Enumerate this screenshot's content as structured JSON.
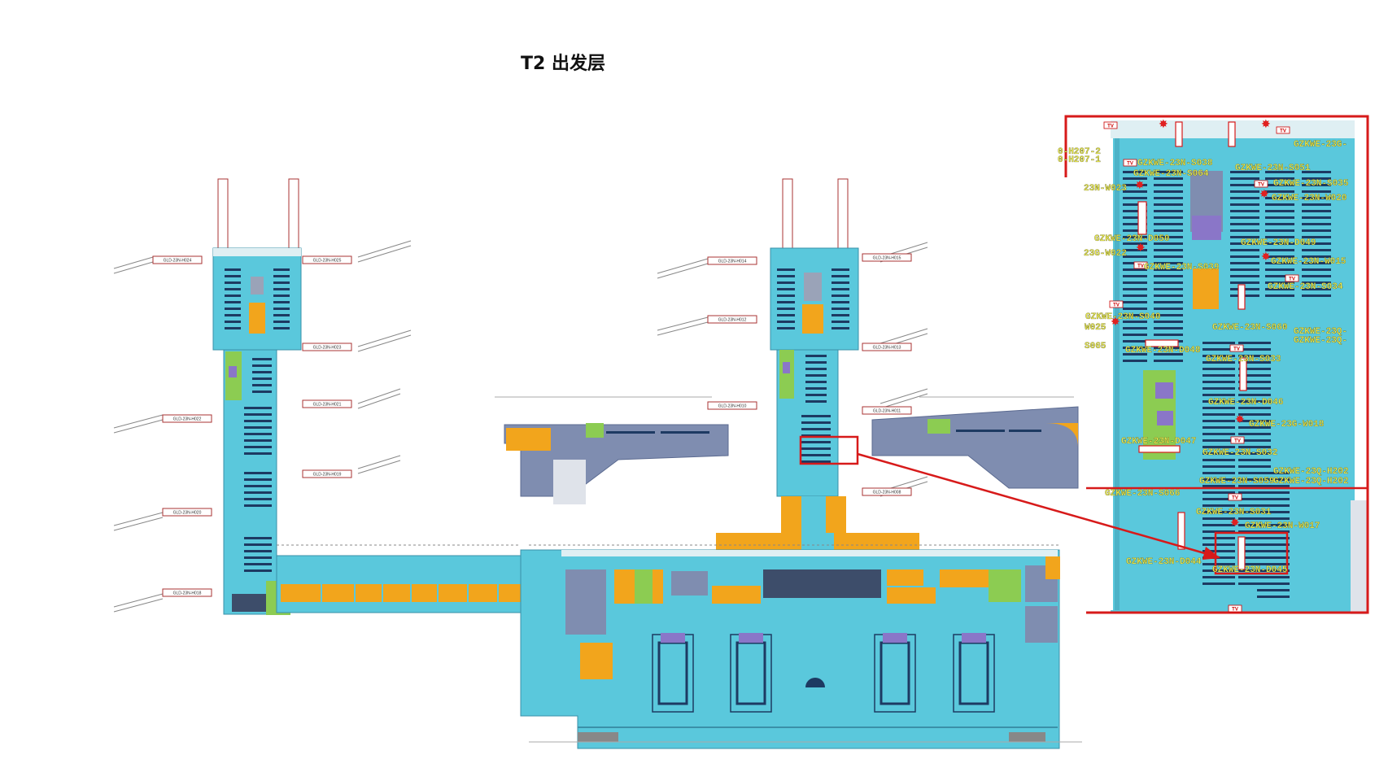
{
  "title": "T2 出发层",
  "colors": {
    "floor": "#5ac8dc",
    "shop": "#f2a51c",
    "gray_block": "#7f8db0",
    "green": "#8ccc52",
    "purple": "#8a76c8",
    "red": "#e02020"
  },
  "pier_west_labels": [
    "GLD-23N-H024",
    "GLD-23N-H025",
    "GLD-23N-H023",
    "GLD-23N-H022",
    "GLD-23N-H021",
    "GLD-23N-H019",
    "GLD-23N-H020",
    "GLD-23N-H018"
  ],
  "pier_center_labels": [
    "GLD-23N-H014",
    "GLD-23N-H015",
    "GLD-23N-H012",
    "GLD-23N-H013",
    "GLD-23N-H010",
    "GLD-23N-H011",
    "GLD-23N-H008"
  ],
  "inset_labels": [
    "GZKWE-23N-S038",
    "GZKWE-23N-S064",
    "GZKWE-23N-S051",
    "GZKWE-23N-S035",
    "GZKWE-23N-W020",
    "23N-W023",
    "GZKWE-23N-D050",
    "GZKWE-23N-D049",
    "23G-W022",
    "GZKWE-23N-S039",
    "GZKWE-23N-W015",
    "GZKWE-23N-S034",
    "GZKWE-23N-S040",
    "GZKWE-23N-S060",
    "W025",
    "S065",
    "GZKWE-23N-D048",
    "GZKWE-23N-S033",
    "GZKWE-23N-D046",
    "GZKWE-23G-W018",
    "GZKWE-23N-D047",
    "GZKWE-23N-S032",
    "GZKWE-23N-S059",
    "GZKWE-23N-S066",
    "GZKWE-23N-S031",
    "GZKWE-23N-W017",
    "GZKWE-23N-D044",
    "GZKWE-23N-D045",
    "GZKWE-23G-",
    "GZKWE-23Q-H202",
    "GZKWE-23Q-H202",
    "GZKWE-23Q-",
    "GZKWE-23Q-",
    "0-H207-2",
    "0-H207-1"
  ],
  "tv_label": "TV"
}
